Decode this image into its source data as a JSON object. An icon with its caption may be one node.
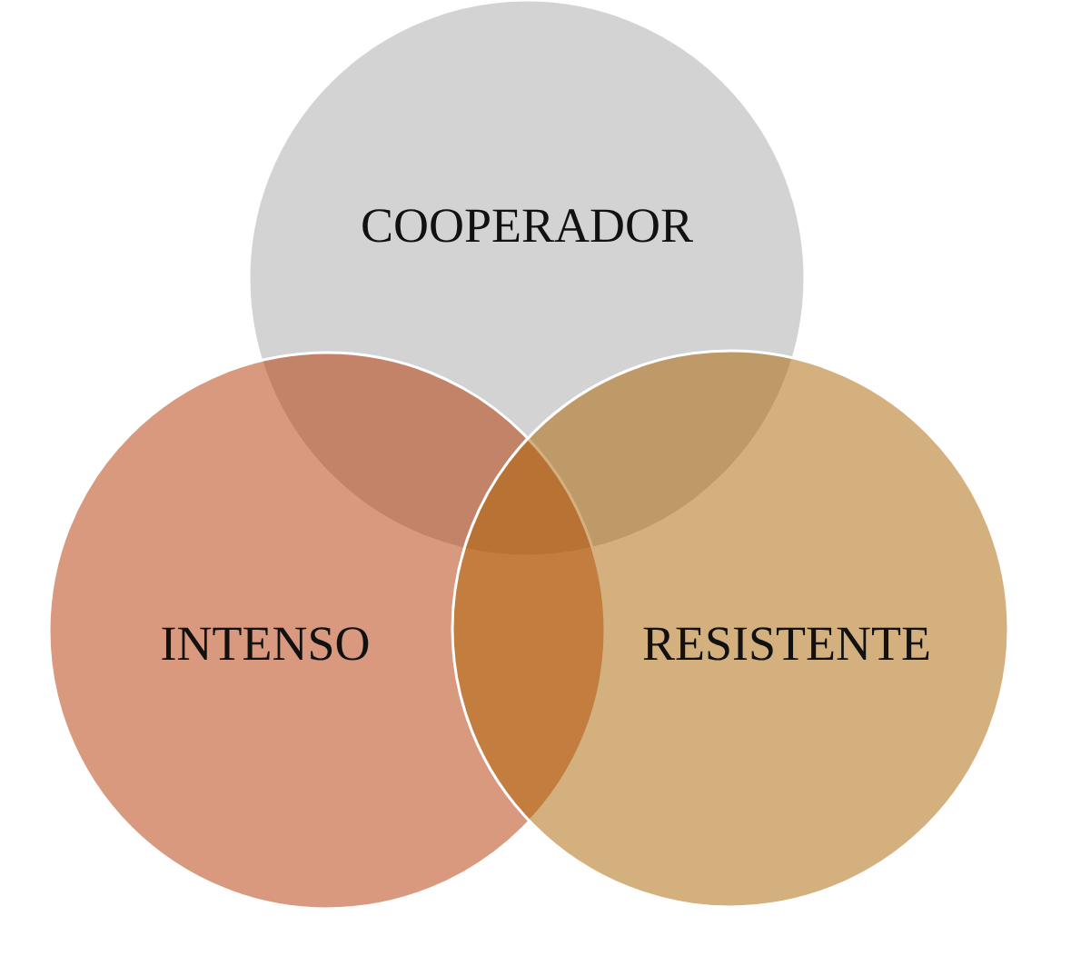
{
  "diagram": {
    "nodes": [
      {
        "text": [
          "COOPERADOR"
        ]
      },
      {
        "text": [
          "INTENSO"
        ]
      },
      {
        "text": [
          "RESISTENTE"
        ]
      }
    ]
  }
}
